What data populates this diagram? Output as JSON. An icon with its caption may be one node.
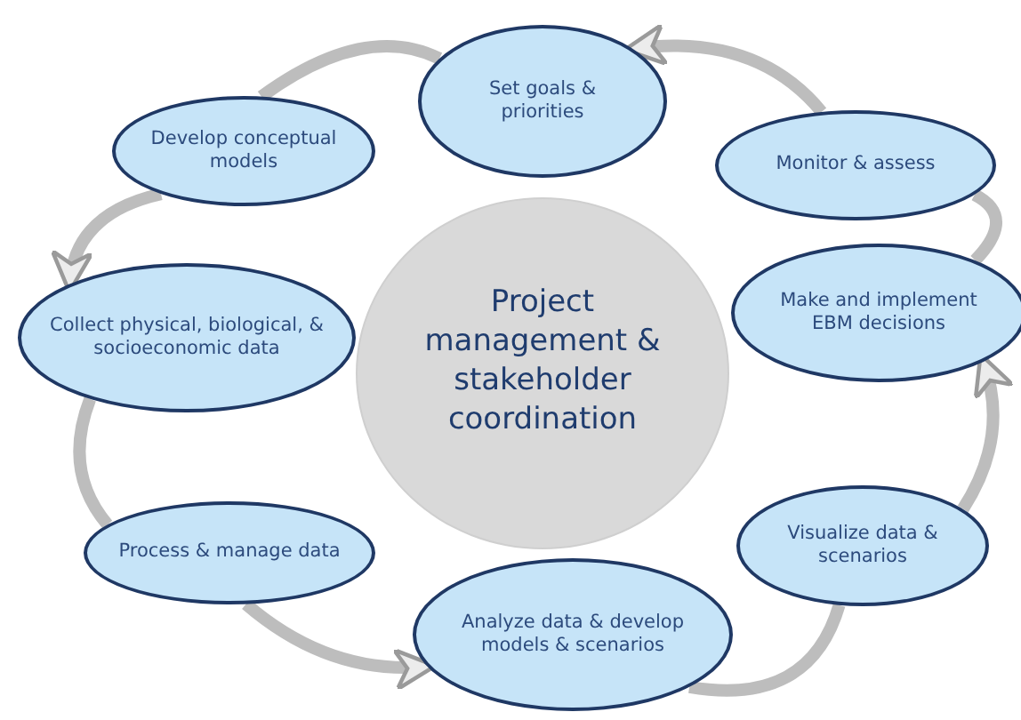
{
  "diagram": {
    "nodes": [
      {
        "text": [
          "Set goals & priorities"
        ]
      },
      {
        "text": [
          "Develop conceptual models"
        ]
      },
      {
        "text": [
          "Monitor & assess"
        ]
      },
      {
        "text": [
          "Project management & stakeholder coordination"
        ]
      },
      {
        "text": [
          "Collect physical, biological, & socioeconomic data"
        ]
      },
      {
        "text": [
          "Make and implement EBM decisions"
        ]
      },
      {
        "text": [
          "Process & manage data"
        ]
      },
      {
        "text": [
          "Visualize data & scenarios"
        ]
      },
      {
        "text": [
          "Analyze data & develop models & scenarios"
        ]
      }
    ],
    "edges": [
      {
        "from": 0,
        "to": 1,
        "arrow": "none"
      },
      {
        "from": 1,
        "to": 4,
        "arrow": "to"
      },
      {
        "from": 4,
        "to": 6,
        "arrow": "none"
      },
      {
        "from": 6,
        "to": 8,
        "arrow": "to"
      },
      {
        "from": 8,
        "to": 7,
        "arrow": "none"
      },
      {
        "from": 7,
        "to": 5,
        "arrow": "to"
      },
      {
        "from": 5,
        "to": 2,
        "arrow": "none"
      },
      {
        "from": 2,
        "to": 0,
        "arrow": "to"
      }
    ]
  }
}
